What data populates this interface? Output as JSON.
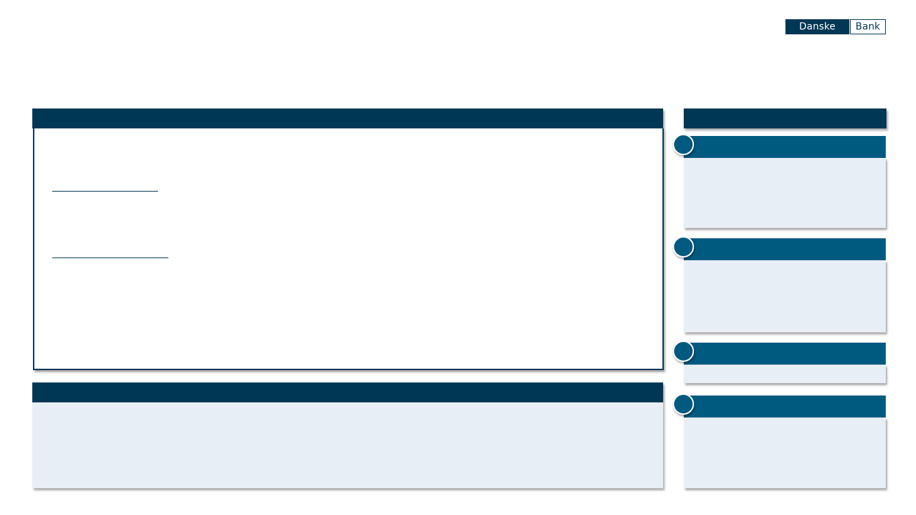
{
  "brand": {
    "logo_left": "Danske",
    "logo_right": "Bank"
  },
  "colors": {
    "navy": "#003755",
    "teal": "#005a80",
    "panel_fill": "#e8eef6"
  },
  "cards": [
    "step-1",
    "step-2",
    "step-3",
    "step-4"
  ]
}
